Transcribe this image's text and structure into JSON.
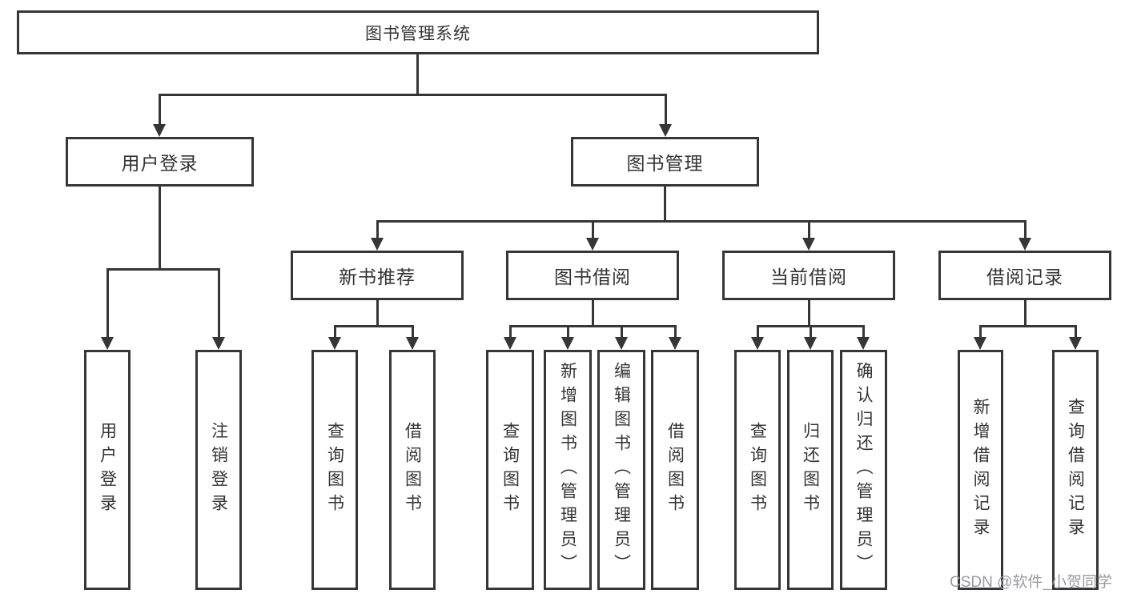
{
  "colors": {
    "background": "#ffffff",
    "line": "#363636",
    "text": "#333333",
    "watermark": "#9a9aa2"
  },
  "diagram": {
    "root": {
      "label": "图书管理系统"
    },
    "branches": [
      {
        "label": "用户登录",
        "children": [
          {
            "label": "用户登录"
          },
          {
            "label": "注销登录"
          }
        ]
      },
      {
        "label": "图书管理",
        "children": [
          {
            "label": "新书推荐",
            "children": [
              {
                "label": "查询图书"
              },
              {
                "label": "借阅图书"
              }
            ]
          },
          {
            "label": "图书借阅",
            "children": [
              {
                "label": "查询图书"
              },
              {
                "label": "新增图书（管理员）"
              },
              {
                "label": "编辑图书（管理员）"
              },
              {
                "label": "借阅图书"
              }
            ]
          },
          {
            "label": "当前借阅",
            "children": [
              {
                "label": "查询图书"
              },
              {
                "label": "归还图书"
              },
              {
                "label": "确认归还（管理员）"
              }
            ]
          },
          {
            "label": "借阅记录",
            "children": [
              {
                "label": "新增借阅记录"
              },
              {
                "label": "查询借阅记录"
              }
            ]
          }
        ]
      }
    ]
  },
  "watermark": {
    "text": "CSDN @软件_小贺同学"
  }
}
